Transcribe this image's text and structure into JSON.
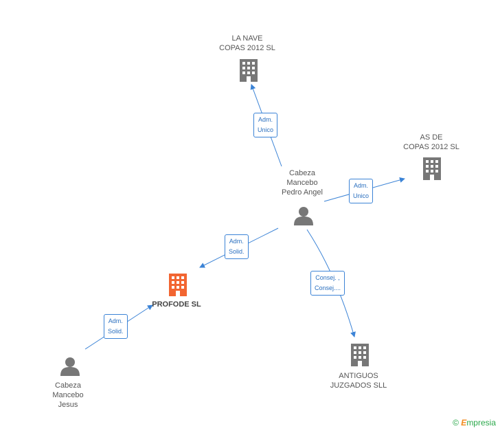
{
  "nodes": {
    "la_nave": {
      "line1": "LA NAVE",
      "line2": "COPAS 2012 SL"
    },
    "as_de": {
      "line1": "AS DE",
      "line2": "COPAS 2012 SL"
    },
    "pedro": {
      "line1": "Cabeza",
      "line2": "Mancebo",
      "line3": "Pedro Angel"
    },
    "profode": {
      "line1": "PROFODE SL"
    },
    "jesus": {
      "line1": "Cabeza",
      "line2": "Mancebo",
      "line3": "Jesus"
    },
    "antiguos": {
      "line1": "ANTIGUOS",
      "line2": "JUZGADOS  SLL"
    }
  },
  "edges": {
    "to_la_nave": {
      "line1": "Adm.",
      "line2": "Unico"
    },
    "to_as_de": {
      "line1": "Adm.",
      "line2": "Unico"
    },
    "to_profode": {
      "line1": "Adm.",
      "line2": "Solid."
    },
    "to_antiguos": {
      "line1": "Consej. ,",
      "line2": "Consej...."
    },
    "jesus_to_profode": {
      "line1": "Adm.",
      "line2": "Solid."
    }
  },
  "brand": {
    "symbol": "©",
    "name": "mpresia",
    "initial": "E"
  },
  "colors": {
    "company": "#777777",
    "main_company": "#f26531",
    "edge": "#3b83d6",
    "person": "#777777"
  }
}
